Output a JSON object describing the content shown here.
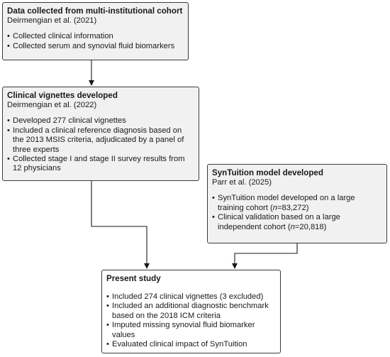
{
  "boxes": {
    "cohort": {
      "title": "Data collected from multi-institutional cohort",
      "citation": "Deirmengian et al. (2021)",
      "items": [
        "Collected clinical information",
        "Collected serum and synovial fluid biomarkers"
      ]
    },
    "vignettes": {
      "title": "Clinical vignettes developed",
      "citation": "Deirmengian et al. (2022)",
      "items": [
        "Developed 277 clinical vignettes",
        "Included a clinical reference diagnosis based on the 2013 MSIS criteria, adjudicated by a panel of three experts",
        "Collected stage I and stage II survey results from 12 physicians"
      ]
    },
    "syntuition": {
      "title": "SynTuition model developed",
      "citation": "Parr et al. (2025)",
      "items": [
        {
          "before": "SynTuition model developed on a large training cohort (",
          "italic": "n",
          "after": "=83,272)"
        },
        {
          "before": "Clinical validation based on a large independent cohort (",
          "italic": "n",
          "after": "=20,818)"
        }
      ]
    },
    "present": {
      "title": "Present study",
      "items": [
        "Included 274 clinical vignettes (3 excluded)",
        "Included an additional diagnostic benchmark based on the 2018 ICM criteria",
        "Imputed missing synovial fluid biomarker values",
        "Evaluated clinical impact of SynTuition"
      ]
    }
  }
}
